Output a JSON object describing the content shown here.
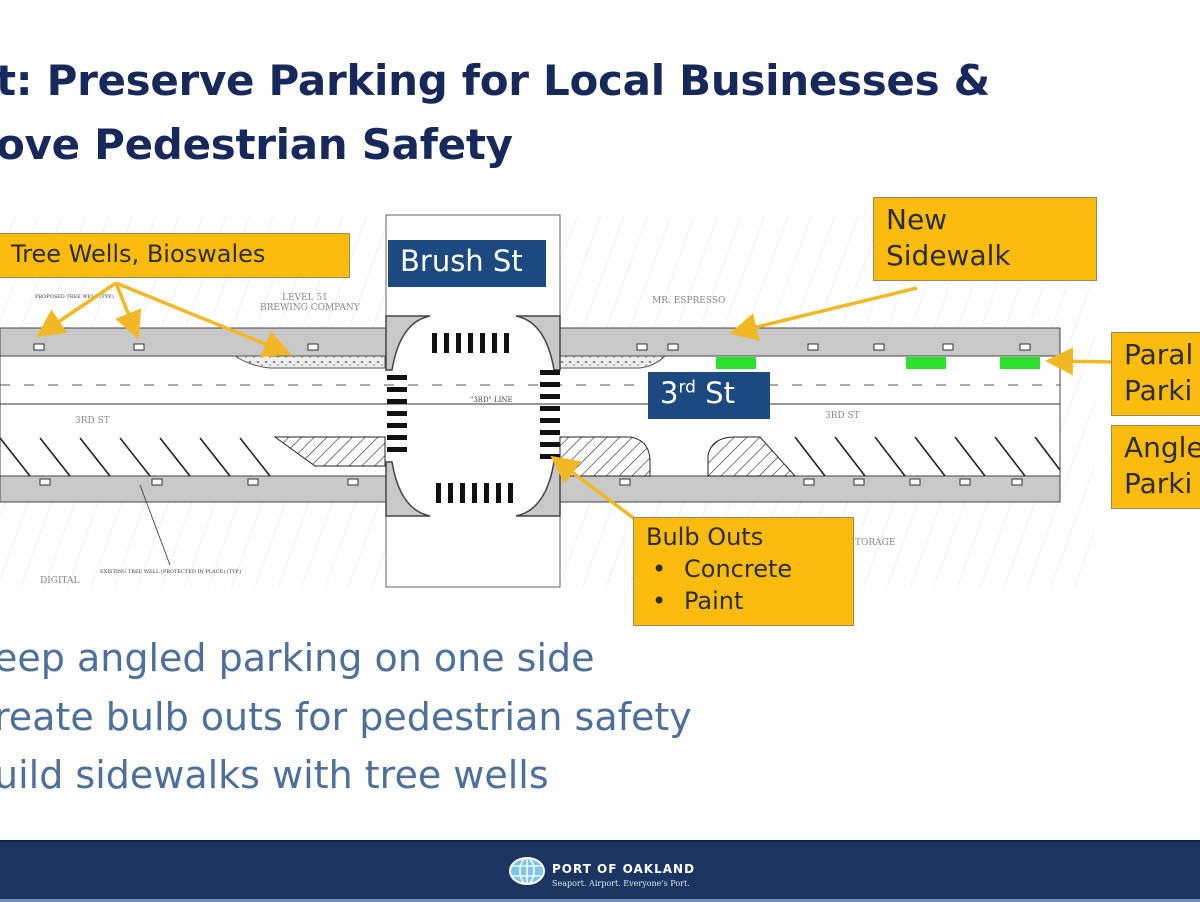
{
  "title": {
    "line1": "t: Preserve Parking for Local Businesses &",
    "line2": "ove Pedestrian Safety"
  },
  "diagram": {
    "callouts": {
      "tree_wells": "Tree Wells, Bioswales",
      "new_sidewalk_1": "New",
      "new_sidewalk_2": "Sidewalk",
      "parallel_1": "Paral",
      "parallel_2": "Parki",
      "angled_1": "Angle",
      "angled_2": "Parki",
      "bulb_outs": "Bulb Outs",
      "bulb_items": [
        "Concrete",
        "Paint"
      ]
    },
    "street_labels": {
      "brush": "Brush St",
      "third_main": "3",
      "third_sup": "rd",
      "third_suffix": " St"
    },
    "plan_text": {
      "level51": "LEVEL 51",
      "brewing": "BREWING COMPANY",
      "mr_espresso": "MR. ESPRESSO",
      "third_st_1": "3RD ST",
      "third_st_2": "3RD ST",
      "third_line": "\"3RD\" LINE",
      "digital": "DIGITAL",
      "storage": "TORAGE",
      "proposed_tree_well": "PROPOSED TREE WELL (TYP.)",
      "existing_tree_well": "EXISTING TREE WELL (PROTECTED IN PLACE) (TYP.)"
    },
    "colors": {
      "callout": "#fcbc0d",
      "street_label": "#1c4a80",
      "arrow": "#f2b824",
      "parking_green": "#2ee02e",
      "sidewalk": "#c8c8c8"
    }
  },
  "bullets": [
    "eep angled parking on one side",
    "reate bulb outs for pedestrian safety",
    "uild sidewalks with tree wells"
  ],
  "footer": {
    "logo_name": "PORT OF OAKLAND",
    "tagline": "Seaport. Airport. Everyone's Port.",
    "logo_icon": "globe-icon"
  }
}
